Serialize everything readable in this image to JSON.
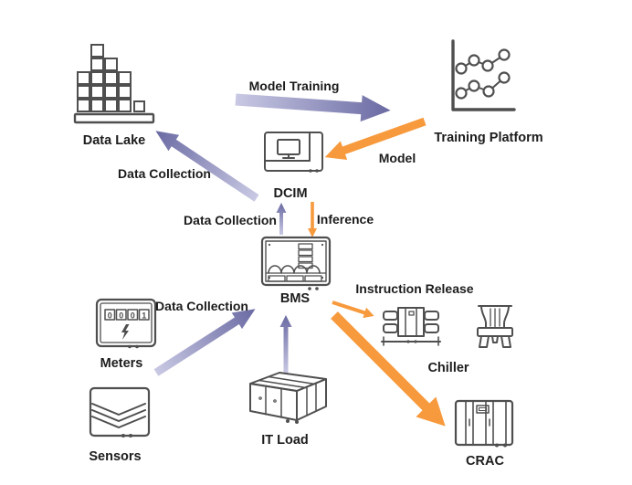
{
  "diagram_title": "",
  "colors": {
    "purple_light": "#c9c9e4",
    "purple_dark": "#6a6aa3",
    "orange": "#f79a3d",
    "icon_stroke": "#4f4f4f",
    "text": "#1c1c1c",
    "background": "#ffffff"
  },
  "nodes": {
    "data_lake": {
      "label": "Data Lake"
    },
    "training_platform": {
      "label": "Training Platform"
    },
    "dcim": {
      "label": "DCIM"
    },
    "bms": {
      "label": "BMS"
    },
    "meters": {
      "label": "Meters",
      "digits": [
        "0",
        "0",
        "0",
        "1"
      ]
    },
    "sensors": {
      "label": "Sensors"
    },
    "it_load": {
      "label": "IT Load"
    },
    "chiller": {
      "label": "Chiller"
    },
    "crac": {
      "label": "CRAC"
    }
  },
  "arrows": {
    "model_training": {
      "label": "Model Training",
      "from": "Data Lake",
      "to": "Training Platform"
    },
    "model": {
      "label": "Model",
      "from": "Training Platform",
      "to": "DCIM"
    },
    "data_collection_dcim_to_lake": {
      "label": "Data Collection",
      "from": "DCIM",
      "to": "Data Lake"
    },
    "data_collection_bms_to_dcim": {
      "label": "Data Collection",
      "from": "BMS",
      "to": "DCIM"
    },
    "inference": {
      "label": "Inference",
      "from": "DCIM",
      "to": "BMS"
    },
    "data_collection_sensors_to_bms": {
      "label": "Data Collection",
      "from": "Meters/Sensors",
      "to": "BMS"
    },
    "it_load_to_bms": {
      "label": "",
      "from": "IT Load",
      "to": "BMS"
    },
    "instruction_release_chiller": {
      "label": "Instruction Release",
      "from": "BMS",
      "to": "Chiller"
    },
    "instruction_release_crac": {
      "label": "",
      "from": "BMS",
      "to": "CRAC"
    }
  }
}
